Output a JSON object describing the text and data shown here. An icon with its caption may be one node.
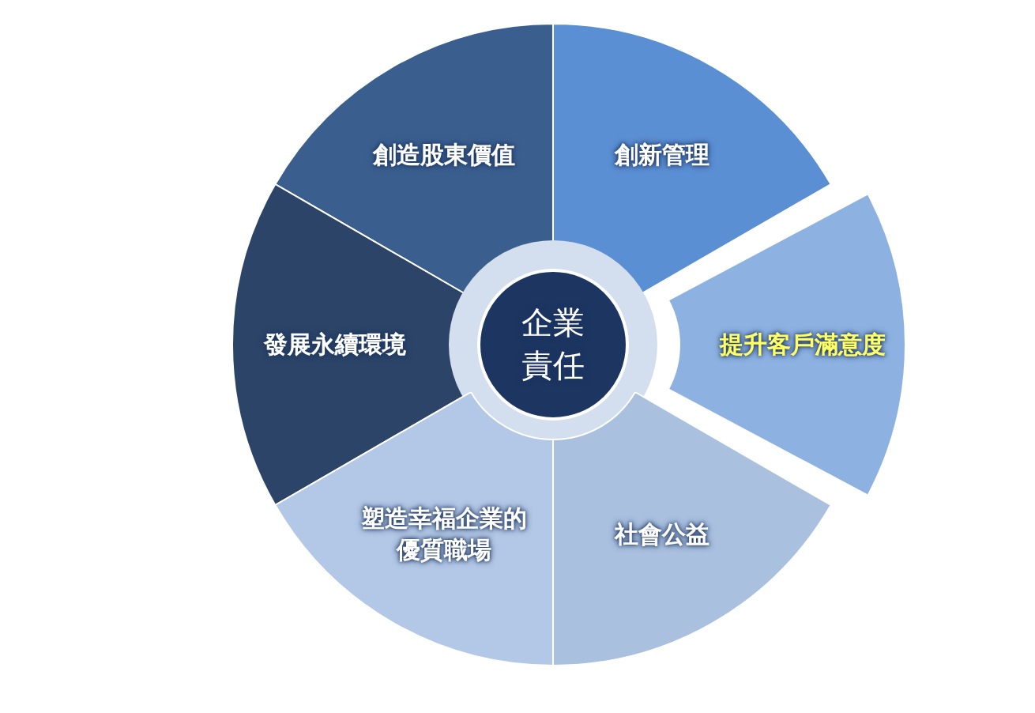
{
  "diagram": {
    "nodes": [
      {
        "text": [
          "創造股東價值"
        ]
      },
      {
        "text": [
          "創新管理"
        ]
      },
      {
        "text": [
          "發展永續環境"
        ]
      },
      {
        "text": [
          "企業責任"
        ]
      },
      {
        "text": [
          "提升客戶滿意度"
        ]
      },
      {
        "text": [
          "塑造幸福企業的優質職場"
        ]
      },
      {
        "text": [
          "社會公益"
        ]
      }
    ]
  }
}
